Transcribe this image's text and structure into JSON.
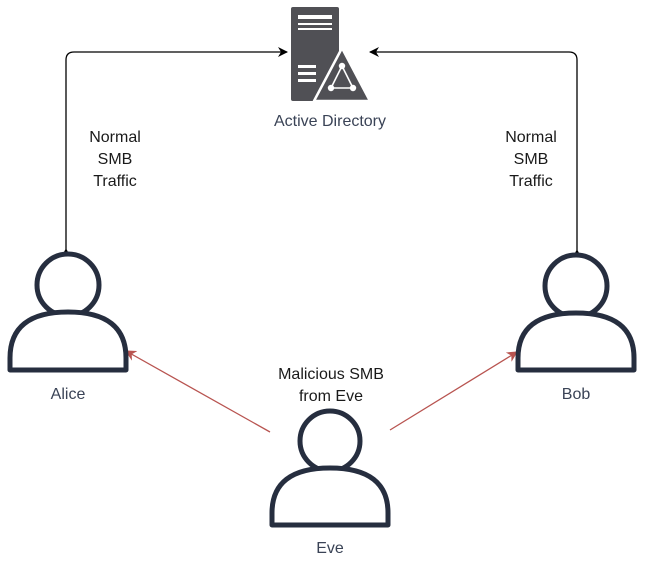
{
  "nodes": {
    "server": {
      "label": "Active Directory",
      "icon": "server-icon"
    },
    "alice": {
      "label": "Alice",
      "icon": "user-icon"
    },
    "bob": {
      "label": "Bob",
      "icon": "user-icon"
    },
    "eve": {
      "label": "Eve",
      "icon": "user-icon"
    }
  },
  "edges": {
    "left": {
      "label": "Normal\nSMB\nTraffic"
    },
    "right": {
      "label": "Normal\nSMB\nTraffic"
    },
    "malicious": {
      "label": "Malicious SMB\nfrom Eve"
    }
  },
  "colors": {
    "icon_stroke": "#262e3f",
    "server_fill": "#505055",
    "normal_arrow": "#000000",
    "malicious_arrow": "#b85450"
  }
}
